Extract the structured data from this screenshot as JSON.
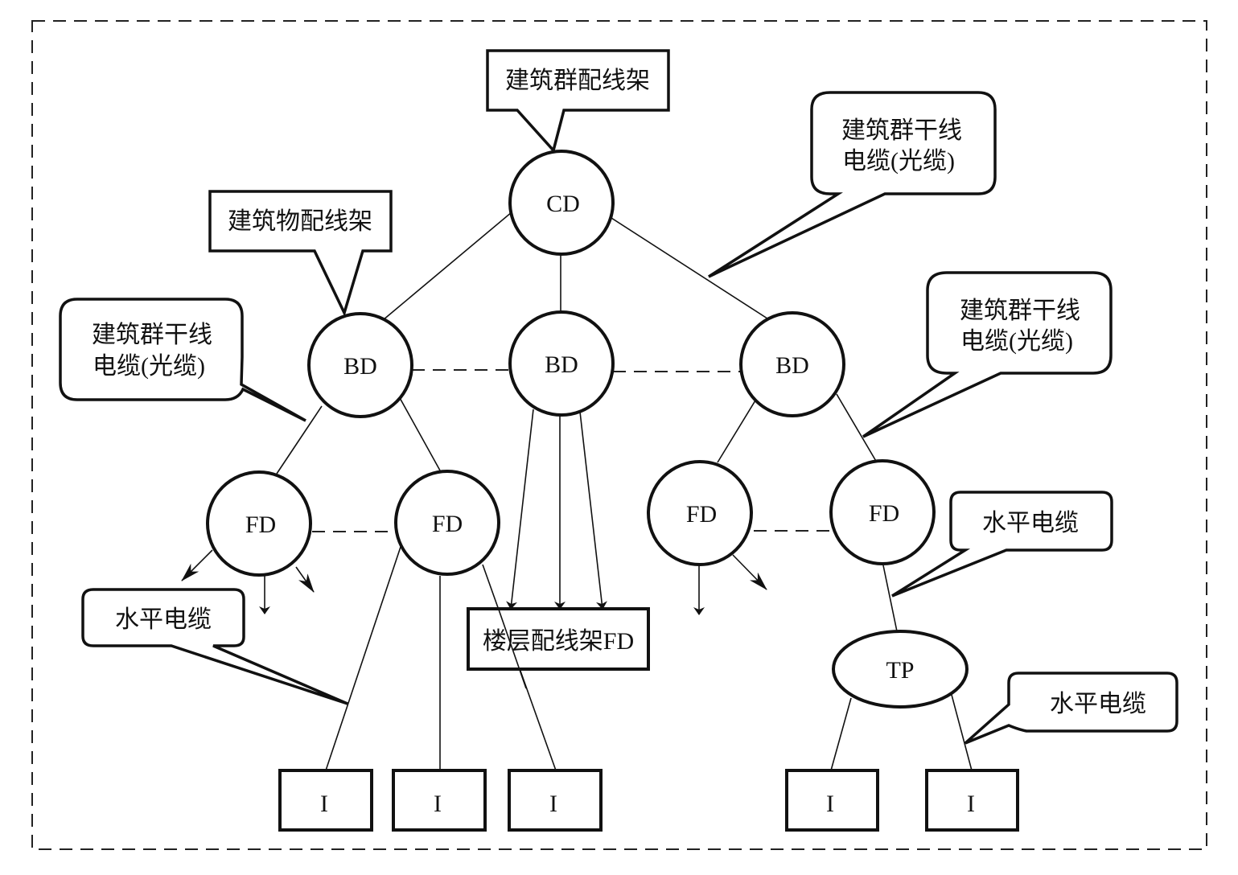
{
  "diagram": {
    "title": "综合布线系统结构",
    "border": "dashed frame",
    "nodes": {
      "cd": {
        "label": "CD",
        "shape": "circle"
      },
      "bd_left": {
        "label": "BD",
        "shape": "circle"
      },
      "bd_center": {
        "label": "BD",
        "shape": "circle"
      },
      "bd_right": {
        "label": "BD",
        "shape": "circle"
      },
      "fd_1": {
        "label": "FD",
        "shape": "circle"
      },
      "fd_2": {
        "label": "FD",
        "shape": "circle"
      },
      "fd_3": {
        "label": "FD",
        "shape": "circle"
      },
      "fd_4": {
        "label": "FD",
        "shape": "circle"
      },
      "tp": {
        "label": "TP",
        "shape": "ellipse"
      },
      "io_1": {
        "label": "I",
        "shape": "rect"
      },
      "io_2": {
        "label": "I",
        "shape": "rect"
      },
      "io_3": {
        "label": "I",
        "shape": "rect"
      },
      "io_4": {
        "label": "I",
        "shape": "rect"
      },
      "io_5": {
        "label": "I",
        "shape": "rect"
      },
      "floor_distributor_box": {
        "label": "楼层配线架FD",
        "shape": "rect"
      }
    },
    "callouts": {
      "campus_distributor": {
        "lines": [
          "建筑群配线架"
        ],
        "style": "square",
        "points_to": "CD"
      },
      "building_distributor": {
        "lines": [
          "建筑物配线架"
        ],
        "style": "square",
        "points_to": "BD (left)"
      },
      "campus_backbone_left": {
        "lines": [
          "建筑群干线",
          "电缆(光缆)"
        ],
        "style": "rounded",
        "points_to": "BD-left to FD link"
      },
      "campus_backbone_top": {
        "lines": [
          "建筑群干线",
          "电缆(光缆)"
        ],
        "style": "rounded",
        "points_to": "CD to BD-right link"
      },
      "campus_backbone_right": {
        "lines": [
          "建筑群干线",
          "电缆(光缆)"
        ],
        "style": "rounded",
        "points_to": "BD-right to FD link"
      },
      "horizontal_cable_left": {
        "lines": [
          "水平电缆"
        ],
        "style": "rounded",
        "points_to": "FD to I link"
      },
      "horizontal_cable_right_upper": {
        "lines": [
          "水平电缆"
        ],
        "style": "rounded",
        "points_to": "FD to TP link"
      },
      "horizontal_cable_right_lower": {
        "lines": [
          "水平电缆"
        ],
        "style": "rounded",
        "points_to": "TP to I link"
      }
    },
    "edges": [
      {
        "from": "CD",
        "to": "BD-left",
        "type": "solid"
      },
      {
        "from": "CD",
        "to": "BD-center",
        "type": "solid"
      },
      {
        "from": "CD",
        "to": "BD-right",
        "type": "solid"
      },
      {
        "from": "BD-left",
        "to": "BD-center",
        "type": "dashed"
      },
      {
        "from": "BD-center",
        "to": "BD-right",
        "type": "dashed"
      },
      {
        "from": "BD-left",
        "to": "FD-1",
        "type": "solid"
      },
      {
        "from": "BD-left",
        "to": "FD-2",
        "type": "solid"
      },
      {
        "from": "BD-center",
        "to": "楼层配线架FD",
        "type": "arrow",
        "count": 3
      },
      {
        "from": "BD-right",
        "to": "FD-3",
        "type": "solid"
      },
      {
        "from": "BD-right",
        "to": "FD-4",
        "type": "solid"
      },
      {
        "from": "FD-1",
        "to": "FD-2",
        "type": "dashed"
      },
      {
        "from": "FD-3",
        "to": "FD-4",
        "type": "dashed"
      },
      {
        "from": "FD-1",
        "to": "outward",
        "type": "arrow",
        "count": 3
      },
      {
        "from": "FD-3",
        "to": "outward",
        "type": "arrow",
        "count": 2
      },
      {
        "from": "FD-2",
        "to": "I-1",
        "type": "solid"
      },
      {
        "from": "FD-2",
        "to": "I-2",
        "type": "solid"
      },
      {
        "from": "FD-2",
        "to": "I-3",
        "type": "solid"
      },
      {
        "from": "FD-4",
        "to": "TP",
        "type": "solid"
      },
      {
        "from": "TP",
        "to": "I-4",
        "type": "solid"
      },
      {
        "from": "TP",
        "to": "I-5",
        "type": "solid"
      }
    ]
  }
}
